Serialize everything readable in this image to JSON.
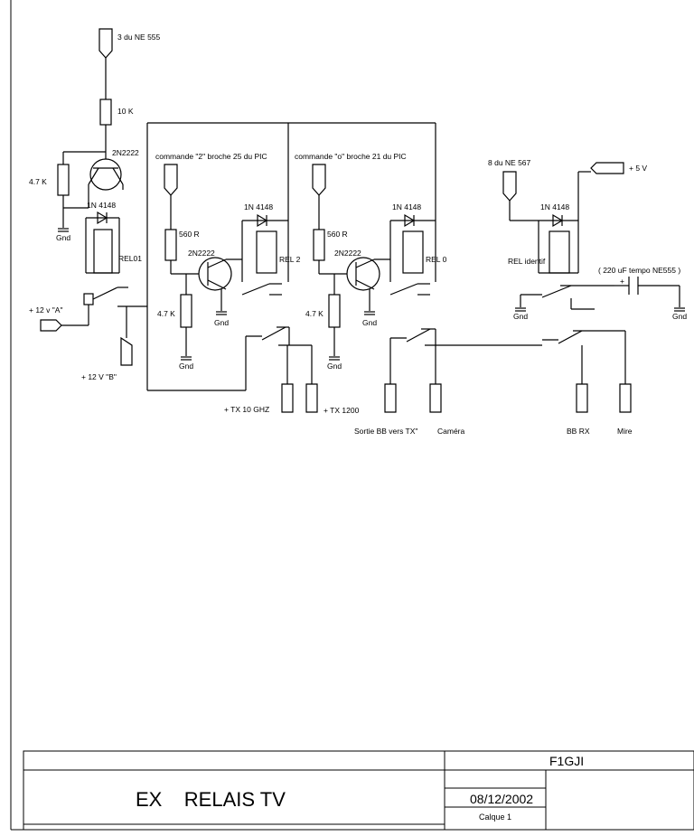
{
  "labels": {
    "ne555_pin3": "3 du NE 555",
    "r10k": "10 K",
    "q1": "2N2222",
    "r47k_left": "4.7 K",
    "d1": "1N 4148",
    "rel01": "REL01",
    "gnd": "Gnd",
    "v12a": "+ 12 v \"A\"",
    "v12b": "+ 12 V \"B\"",
    "cmd2": "commande \"2\" broche 25 du PIC",
    "cmd0": "commande \"o\" broche 21 du PIC",
    "r560": "560 R",
    "q2": "2N2222",
    "q3": "2N2222",
    "d2": "1N 4148",
    "d3": "1N 4148",
    "rel2": "REL 2",
    "rel0": "REL 0",
    "r47k_2": "4.7 K",
    "r47k_3": "4.7 K",
    "tx10": "+ TX 10 GHZ",
    "tx1200": "+ TX 1200",
    "sortie": "Sortie BB vers TX\"",
    "camera": "Caméra",
    "ne567": "8 du NE 567",
    "v5": "+ 5 V",
    "d4": "1N 4148",
    "relid": "REL identif",
    "cap": "( 220 uF tempo NE555 )",
    "plus": "+",
    "bbrx": "BB RX",
    "mire": "Mire"
  },
  "title_block": {
    "author": "F1GJI",
    "title": "EX    RELAIS TV",
    "date": "08/12/2002",
    "layer": "Calque 1"
  }
}
